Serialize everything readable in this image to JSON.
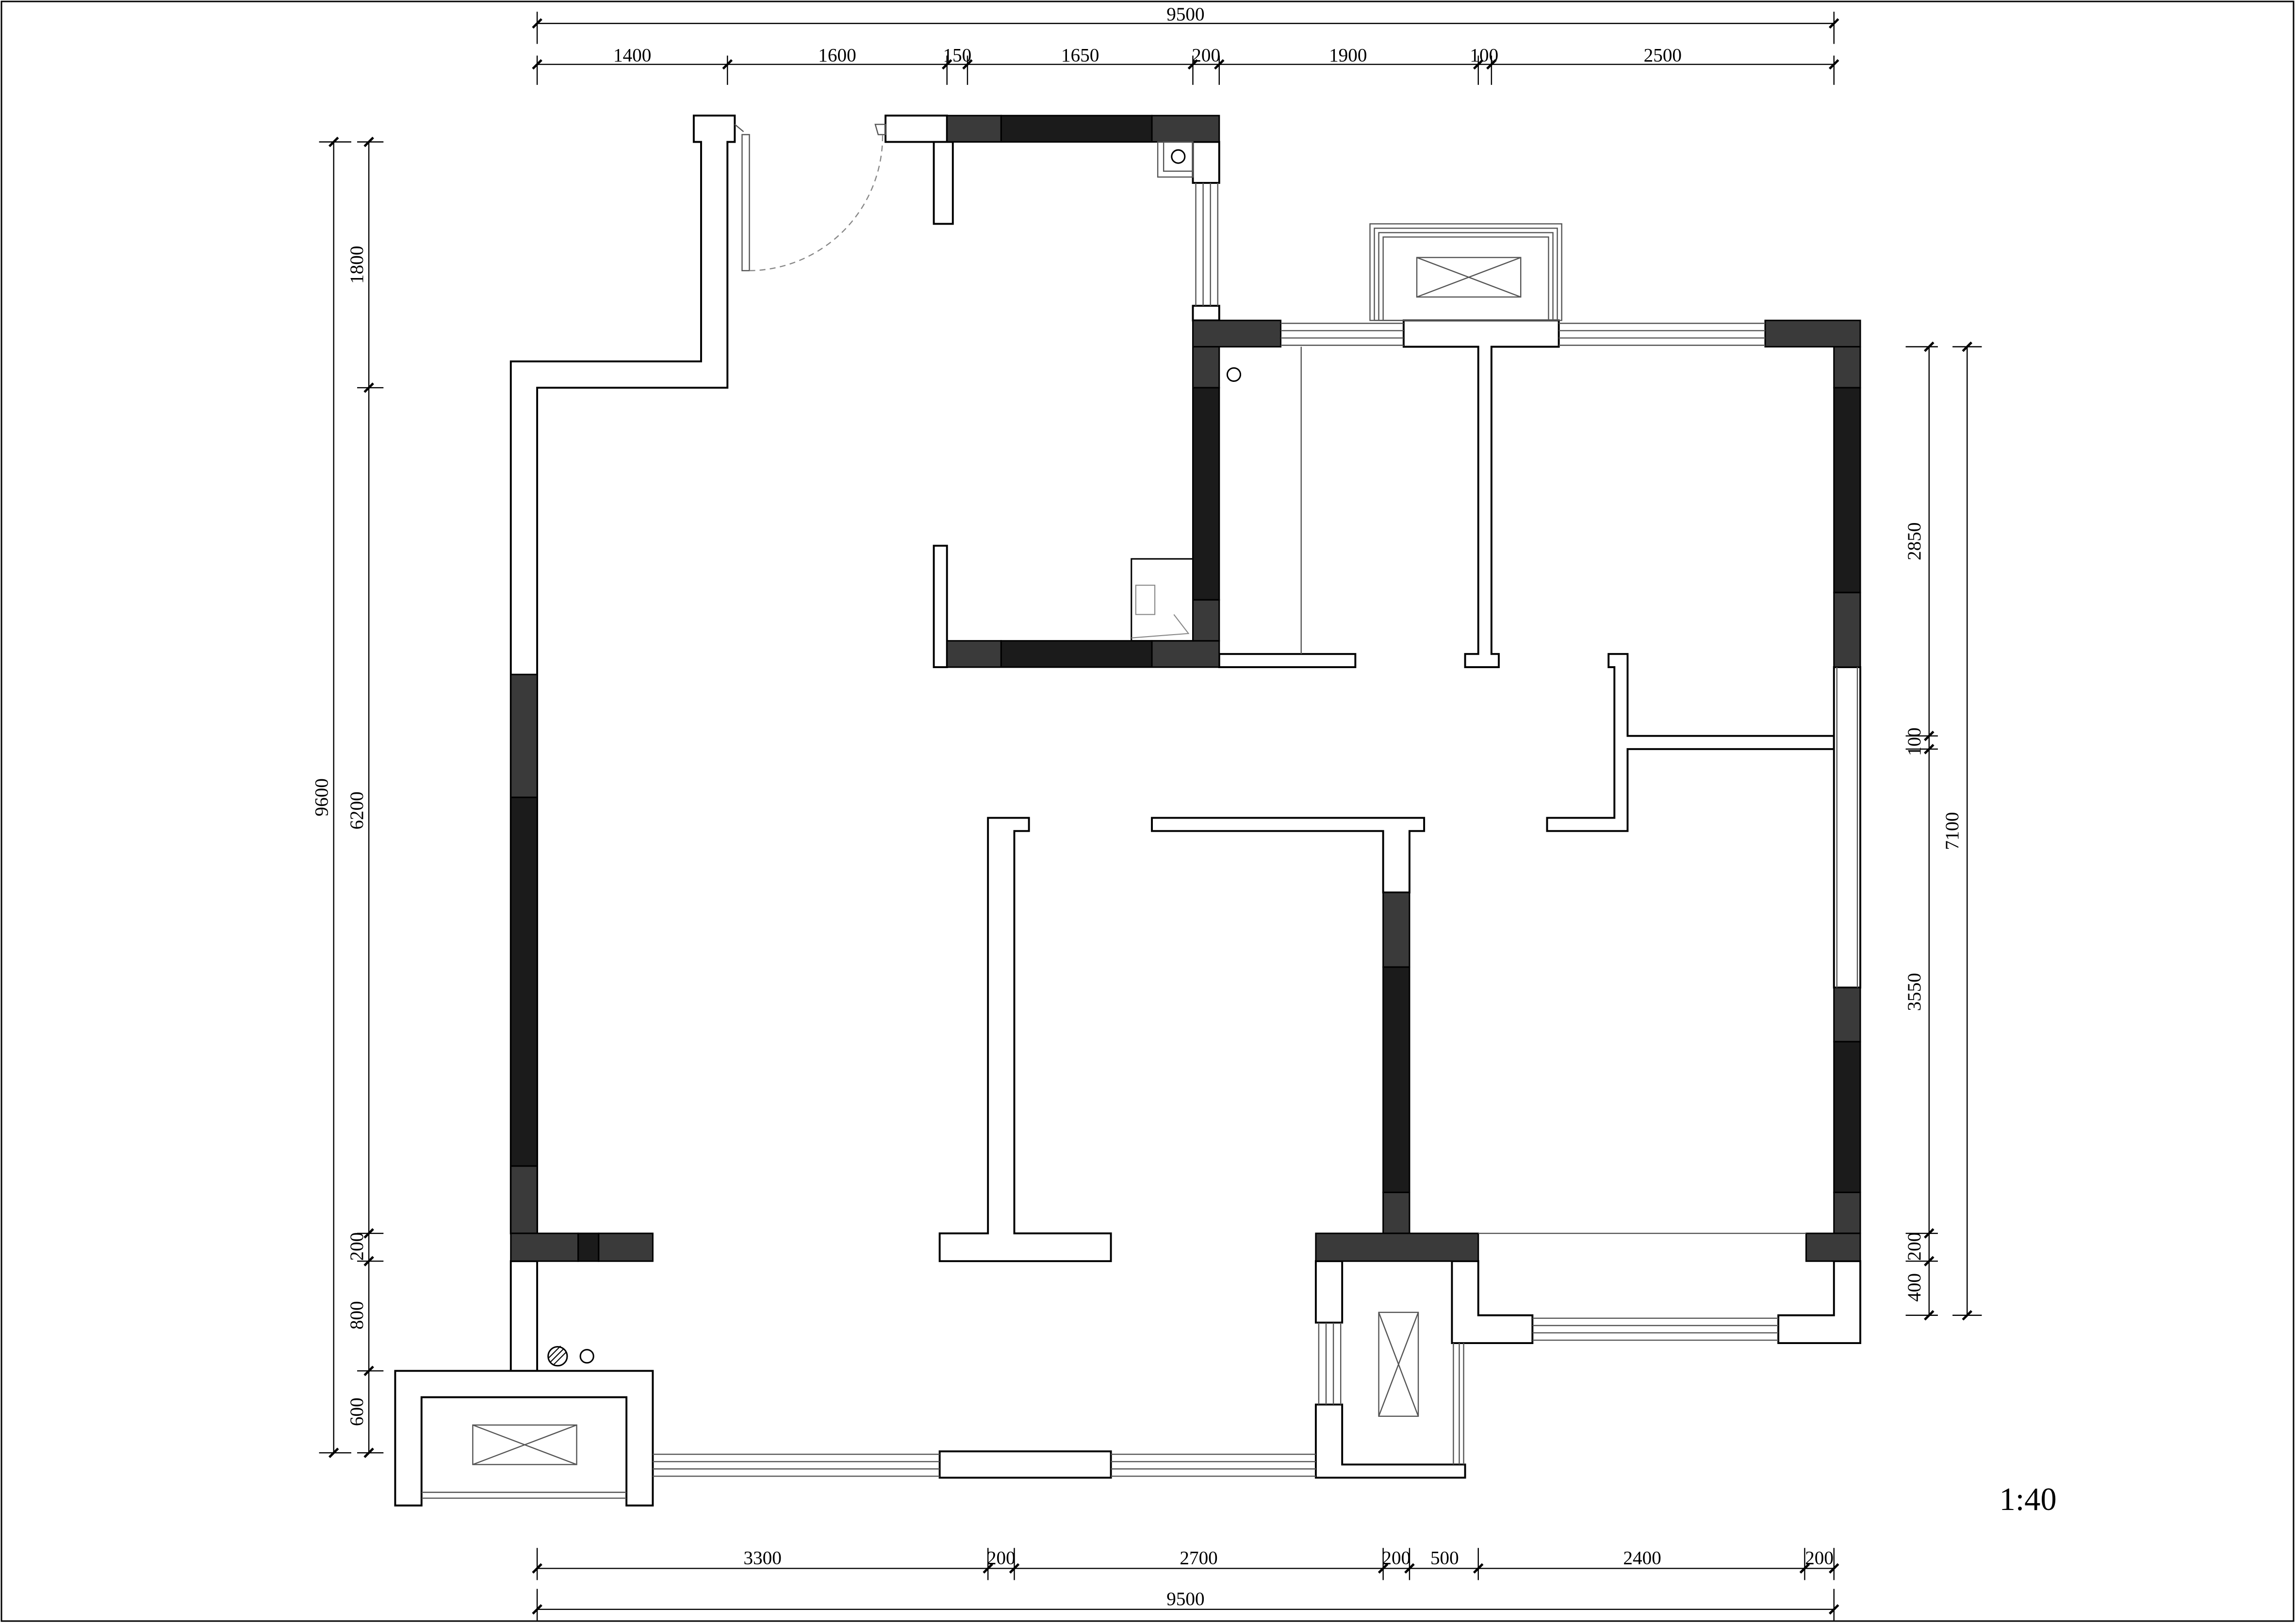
{
  "scale": "1:40",
  "dims": {
    "top_total": "9500",
    "top": [
      "1400",
      "1600",
      "150",
      "1650",
      "200",
      "1900",
      "100",
      "2500"
    ],
    "bottom_total": "9500",
    "bottom": [
      "3300",
      "200",
      "2700",
      "200",
      "500",
      "2400",
      "200"
    ],
    "left_total": "9600",
    "left": [
      "1800",
      "6200",
      "200",
      "800",
      "600"
    ],
    "right_total": "7100",
    "right": [
      "2850",
      "100",
      "3550",
      "200",
      "400"
    ]
  },
  "colors": {
    "wall_outline": "#000000",
    "wall_fill": "#ffffff",
    "load_bearing_dark": "#1b1b1b",
    "load_bearing_mid": "#3a3a3a",
    "thin_line": "#555555"
  }
}
